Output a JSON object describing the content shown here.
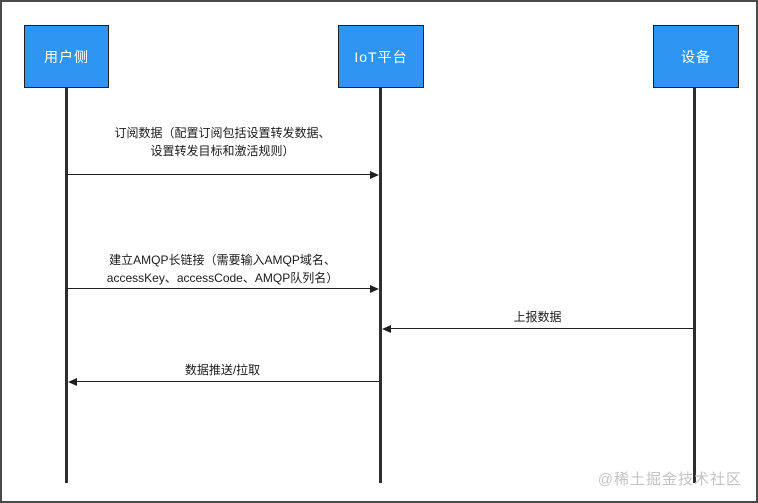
{
  "diagram": {
    "type": "sequence",
    "actors": [
      {
        "id": "user",
        "label": "用户侧"
      },
      {
        "id": "iot",
        "label": "IoT平台"
      },
      {
        "id": "device",
        "label": "设备"
      }
    ],
    "messages": [
      {
        "from": "user",
        "to": "iot",
        "direction": "right",
        "lines": [
          "订阅数据（配置订阅包括设置转发数据、",
          "设置转发目标和激活规则）"
        ]
      },
      {
        "from": "user",
        "to": "iot",
        "direction": "right",
        "lines": [
          "建立AMQP长链接（需要输入AMQP域名、",
          "accessKey、accessCode、AMQP队列名）"
        ]
      },
      {
        "from": "device",
        "to": "iot",
        "direction": "left",
        "lines": [
          "上报数据"
        ]
      },
      {
        "from": "iot",
        "to": "user",
        "direction": "left",
        "lines": [
          "数据推送/拉取"
        ]
      }
    ],
    "watermark": "@稀土掘金技术社区",
    "colors": {
      "actor_fill": "#2E95F2",
      "actor_border": "#1f1f1f",
      "actor_text": "#ffffff",
      "lifeline": "#2e2e2e",
      "message_line": "#1f1f1f",
      "message_text": "#1a1a1a",
      "watermark": "#c4c4c4",
      "frame_border": "#4a4a4a"
    }
  }
}
